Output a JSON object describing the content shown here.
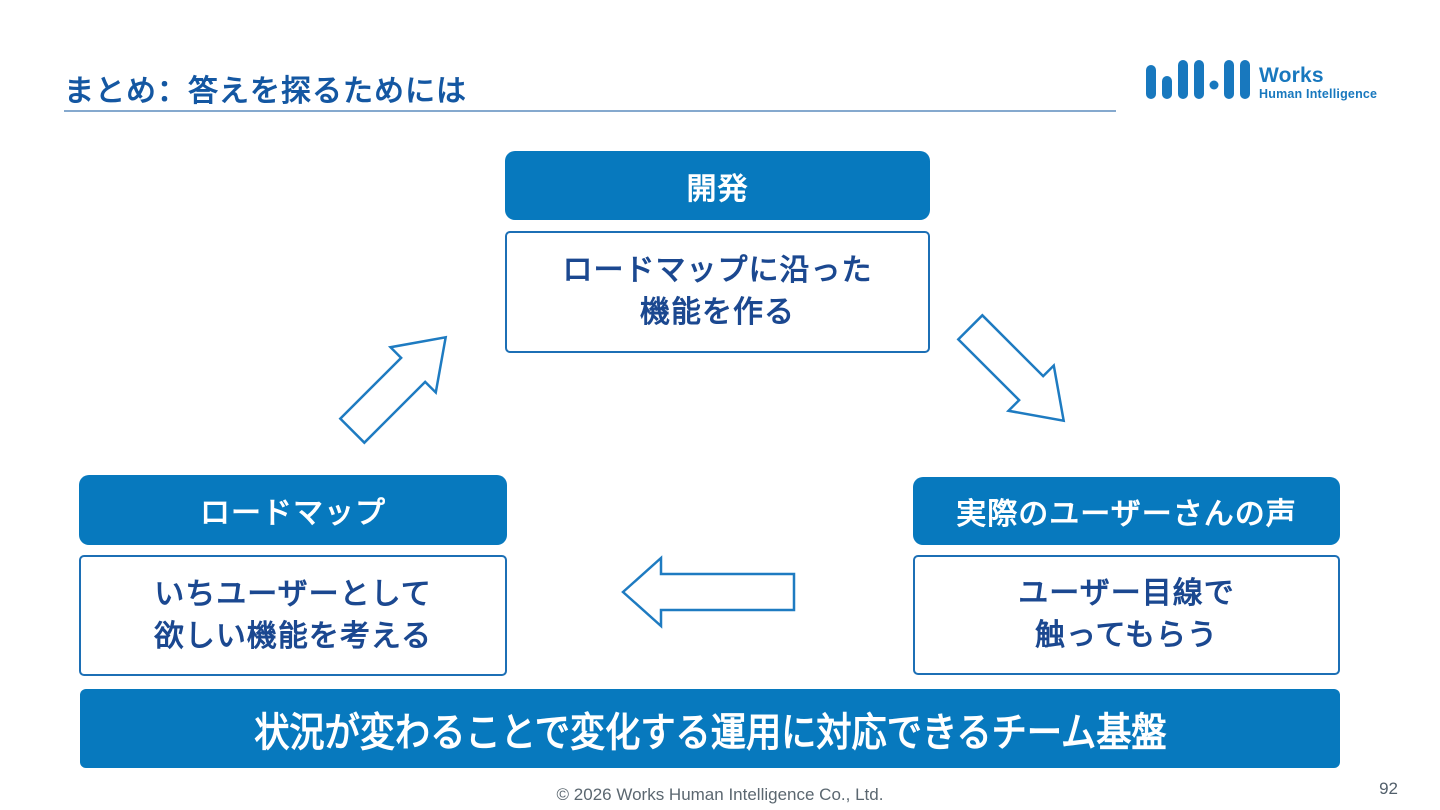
{
  "slide": {
    "title": "まとめ：答えを探るためには",
    "footer_copyright": "© 2026 Works Human Intelligence Co., Ltd.",
    "page_number": "92"
  },
  "logo": {
    "name": "Works Human Intelligence logo",
    "works": "Works",
    "human_intelligence": "Human Intelligence",
    "color": "#1878BE"
  },
  "diagram": {
    "top_node": {
      "header": "開発",
      "body_line1": "ロードマップに沿った",
      "body_line2": "機能を作る"
    },
    "left_node": {
      "header": "ロードマップ",
      "body_line1": "いちユーザーとして",
      "body_line2": "欲しい機能を考える"
    },
    "right_node": {
      "header": "実際のユーザーさんの声",
      "body_line1": "ユーザー目線で",
      "body_line2": "触ってもらう"
    },
    "arrows": {
      "left_to_top": "diagonal arrow pointing up-right",
      "top_to_right": "diagonal arrow pointing down-right",
      "right_to_left": "horizontal arrow pointing left"
    },
    "banner": "状況が変わることで変化する運用に対応できるチーム基盤"
  },
  "colors": {
    "primary_blue": "#0779BE",
    "navy_text": "#1B4890",
    "title_blue": "#1457A2",
    "divider_blue": "#85A9CE",
    "arrow_stroke": "#1E7BC1",
    "footer_gray": "#5B6770"
  }
}
